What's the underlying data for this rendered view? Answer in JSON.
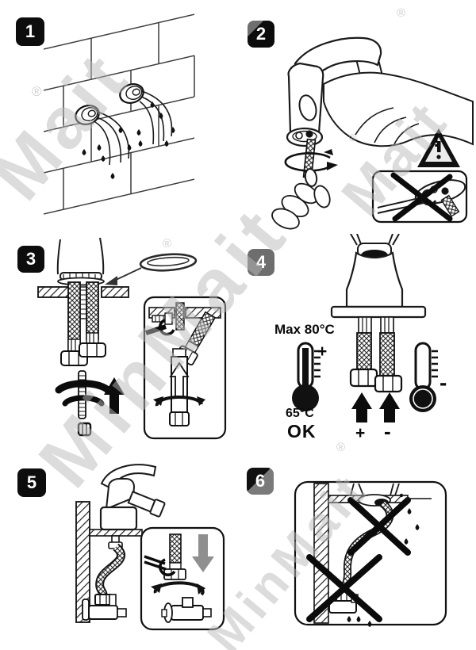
{
  "watermarks": {
    "wm1": "Mait",
    "wm2": "MinMait",
    "wm3": "MinMait",
    "wm4": "Mait",
    "registered": "®"
  },
  "steps": [
    {
      "number": "1"
    },
    {
      "number": "2"
    },
    {
      "number": "3"
    },
    {
      "number": "4"
    },
    {
      "number": "5"
    },
    {
      "number": "6"
    }
  ],
  "panel2": {
    "warning_mark": "!"
  },
  "panel4": {
    "max_temp_label": "Max 80°C",
    "hot_sign": "+",
    "ok_temp": "65°C",
    "ok_label": "OK",
    "hot_inlet_sign": "+",
    "cold_inlet_sign": "-",
    "cold_sign": "-"
  },
  "colors": {
    "ink": "#1a1a1a",
    "badge_black": "#0d0d0d",
    "badge_gray": "#6e6e6e",
    "arrow_gray": "#8f8f8f",
    "watermark": "#b9b9b9"
  }
}
